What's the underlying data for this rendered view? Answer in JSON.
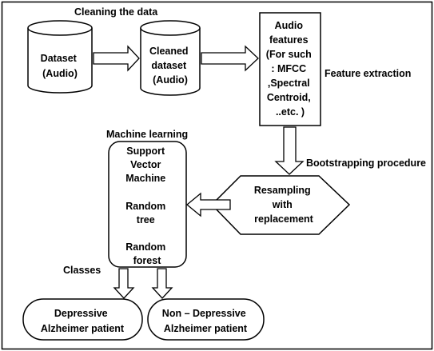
{
  "labels": {
    "cleaning": "Cleaning the data",
    "feature_extraction": "Feature extraction",
    "machine_learning": "Machine learning",
    "bootstrapping": "Bootstrapping procedure",
    "classes": "Classes"
  },
  "nodes": {
    "dataset": [
      "Dataset",
      "(Audio)"
    ],
    "cleaned_dataset": [
      "Cleaned",
      "dataset",
      "(Audio)"
    ],
    "audio_features": [
      "Audio",
      "features",
      "(For such",
      ": MFCC",
      ",Spectral",
      "Centroid,",
      "..etc. )"
    ],
    "ml_models": [
      "Support",
      "Vector",
      "Machine",
      "",
      "Random",
      "tree",
      "",
      "Random",
      "forest"
    ],
    "resampling": [
      "Resampling",
      "with",
      "replacement"
    ],
    "depressive": [
      "Depressive",
      "Alzheimer patient"
    ],
    "non_depressive": [
      "Non – Depressive",
      "Alzheimer patient"
    ]
  }
}
